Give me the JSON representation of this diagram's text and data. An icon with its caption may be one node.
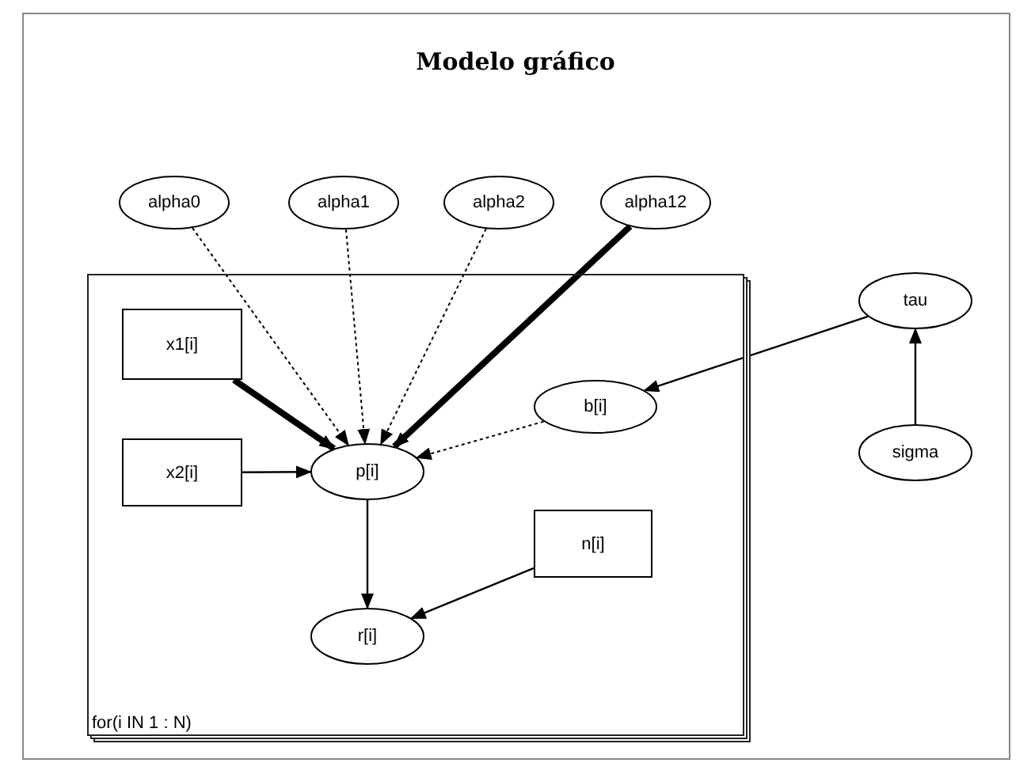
{
  "diagram": {
    "title": "Modelo gráfico",
    "nodes": [
      {
        "text": [
          "alpha0"
        ]
      },
      {
        "text": [
          "alpha1"
        ]
      },
      {
        "text": [
          "alpha2"
        ]
      },
      {
        "text": [
          "alpha12"
        ]
      },
      {
        "text": [
          "for(i IN 1 : N)"
        ]
      },
      {
        "text": [
          "x1[i]"
        ],
        "in": 4
      },
      {
        "text": [
          "tau"
        ]
      },
      {
        "text": [
          "b[i]"
        ],
        "in": 4
      },
      {
        "text": [
          "x2[i]"
        ],
        "in": 4
      },
      {
        "text": [
          "p[i]"
        ],
        "in": 4
      },
      {
        "text": [
          "sigma"
        ]
      },
      {
        "text": [
          "n[i]"
        ],
        "in": 4
      },
      {
        "text": [
          "r[i]"
        ],
        "in": 4
      }
    ],
    "edges": [
      {
        "from": 0,
        "to": 9,
        "arrow": "to",
        "style": "dashed"
      },
      {
        "from": 1,
        "to": 9,
        "arrow": "to",
        "style": "dashed"
      },
      {
        "from": 2,
        "to": 9,
        "arrow": "to",
        "style": "dashed"
      },
      {
        "from": 3,
        "to": 9,
        "arrow": "to",
        "style": "thick"
      },
      {
        "from": 5,
        "to": 9,
        "arrow": "to",
        "style": "thick"
      },
      {
        "from": 8,
        "to": 9,
        "arrow": "to"
      },
      {
        "from": 7,
        "to": 9,
        "arrow": "to",
        "style": "dashed"
      },
      {
        "from": 6,
        "to": 7,
        "arrow": "to"
      },
      {
        "from": 10,
        "to": 6,
        "arrow": "to"
      },
      {
        "from": 9,
        "to": 12,
        "arrow": "to"
      },
      {
        "from": 11,
        "to": 12,
        "arrow": "to"
      }
    ]
  }
}
